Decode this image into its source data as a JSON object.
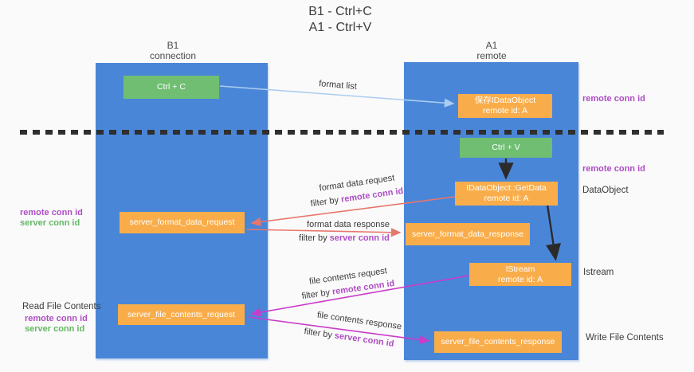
{
  "title": {
    "line1": "B1 - Ctrl+C",
    "line2": "A1 - Ctrl+V"
  },
  "lanes": {
    "left": {
      "title": "B1",
      "subtitle": "connection"
    },
    "right": {
      "title": "A1",
      "subtitle": "remote"
    }
  },
  "boxes": {
    "ctrl_c": {
      "label": "Ctrl + C"
    },
    "ctrl_v": {
      "label": "Ctrl + V"
    },
    "save_dataobject": {
      "line1": "保存IDataObject",
      "line2": "remote id: A"
    },
    "getdata": {
      "line1": "IDataObject::GetData",
      "line2": "remote id: A"
    },
    "istream": {
      "line1": "IStream",
      "line2": "remote id: A"
    },
    "server_format_data_request": {
      "label": "server_format_data_request"
    },
    "server_format_data_response": {
      "label": "server_format_data_response"
    },
    "server_file_contents_request": {
      "label": "server_file_contents_request"
    },
    "server_file_contents_response": {
      "label": "server_file_contents_response"
    }
  },
  "flow_labels": {
    "format_list": "format list",
    "format_data_request": "format data request",
    "format_data_request_filter": {
      "prefix": "filter by ",
      "key": "remote conn id"
    },
    "format_data_response": "format data response",
    "format_data_response_filter": {
      "prefix": "filter by ",
      "key": "server conn id"
    },
    "file_contents_request": "file contents request",
    "file_contents_request_filter": {
      "prefix": "filter by ",
      "key": "remote conn id"
    },
    "file_contents_response": "file contents response",
    "file_contents_response_filter": {
      "prefix": "filter by ",
      "key": "server conn id"
    }
  },
  "side_labels": {
    "right_remote_conn_top": "remote conn id",
    "right_remote_conn_mid": "remote conn id",
    "dataobject": "DataObject",
    "istream": "Istream",
    "write_file_contents": "Write File Contents",
    "left_remote_conn_top": "remote conn id",
    "left_server_conn_top": "server conn id",
    "read_file_contents": "Read File Contents",
    "left_remote_conn_bottom": "remote conn id",
    "left_server_conn_bottom": "server conn id"
  },
  "colors": {
    "lane_blue": "#4a86d8",
    "box_orange": "#f9ad4a",
    "box_green": "#70be72",
    "purple_text": "#ae4ec4",
    "green_text": "#64b765",
    "arrow_blue": "#aacdf0",
    "arrow_red": "#e8766c",
    "arrow_magenta": "#ca3bca",
    "arrow_black": "#2b2b2b"
  }
}
